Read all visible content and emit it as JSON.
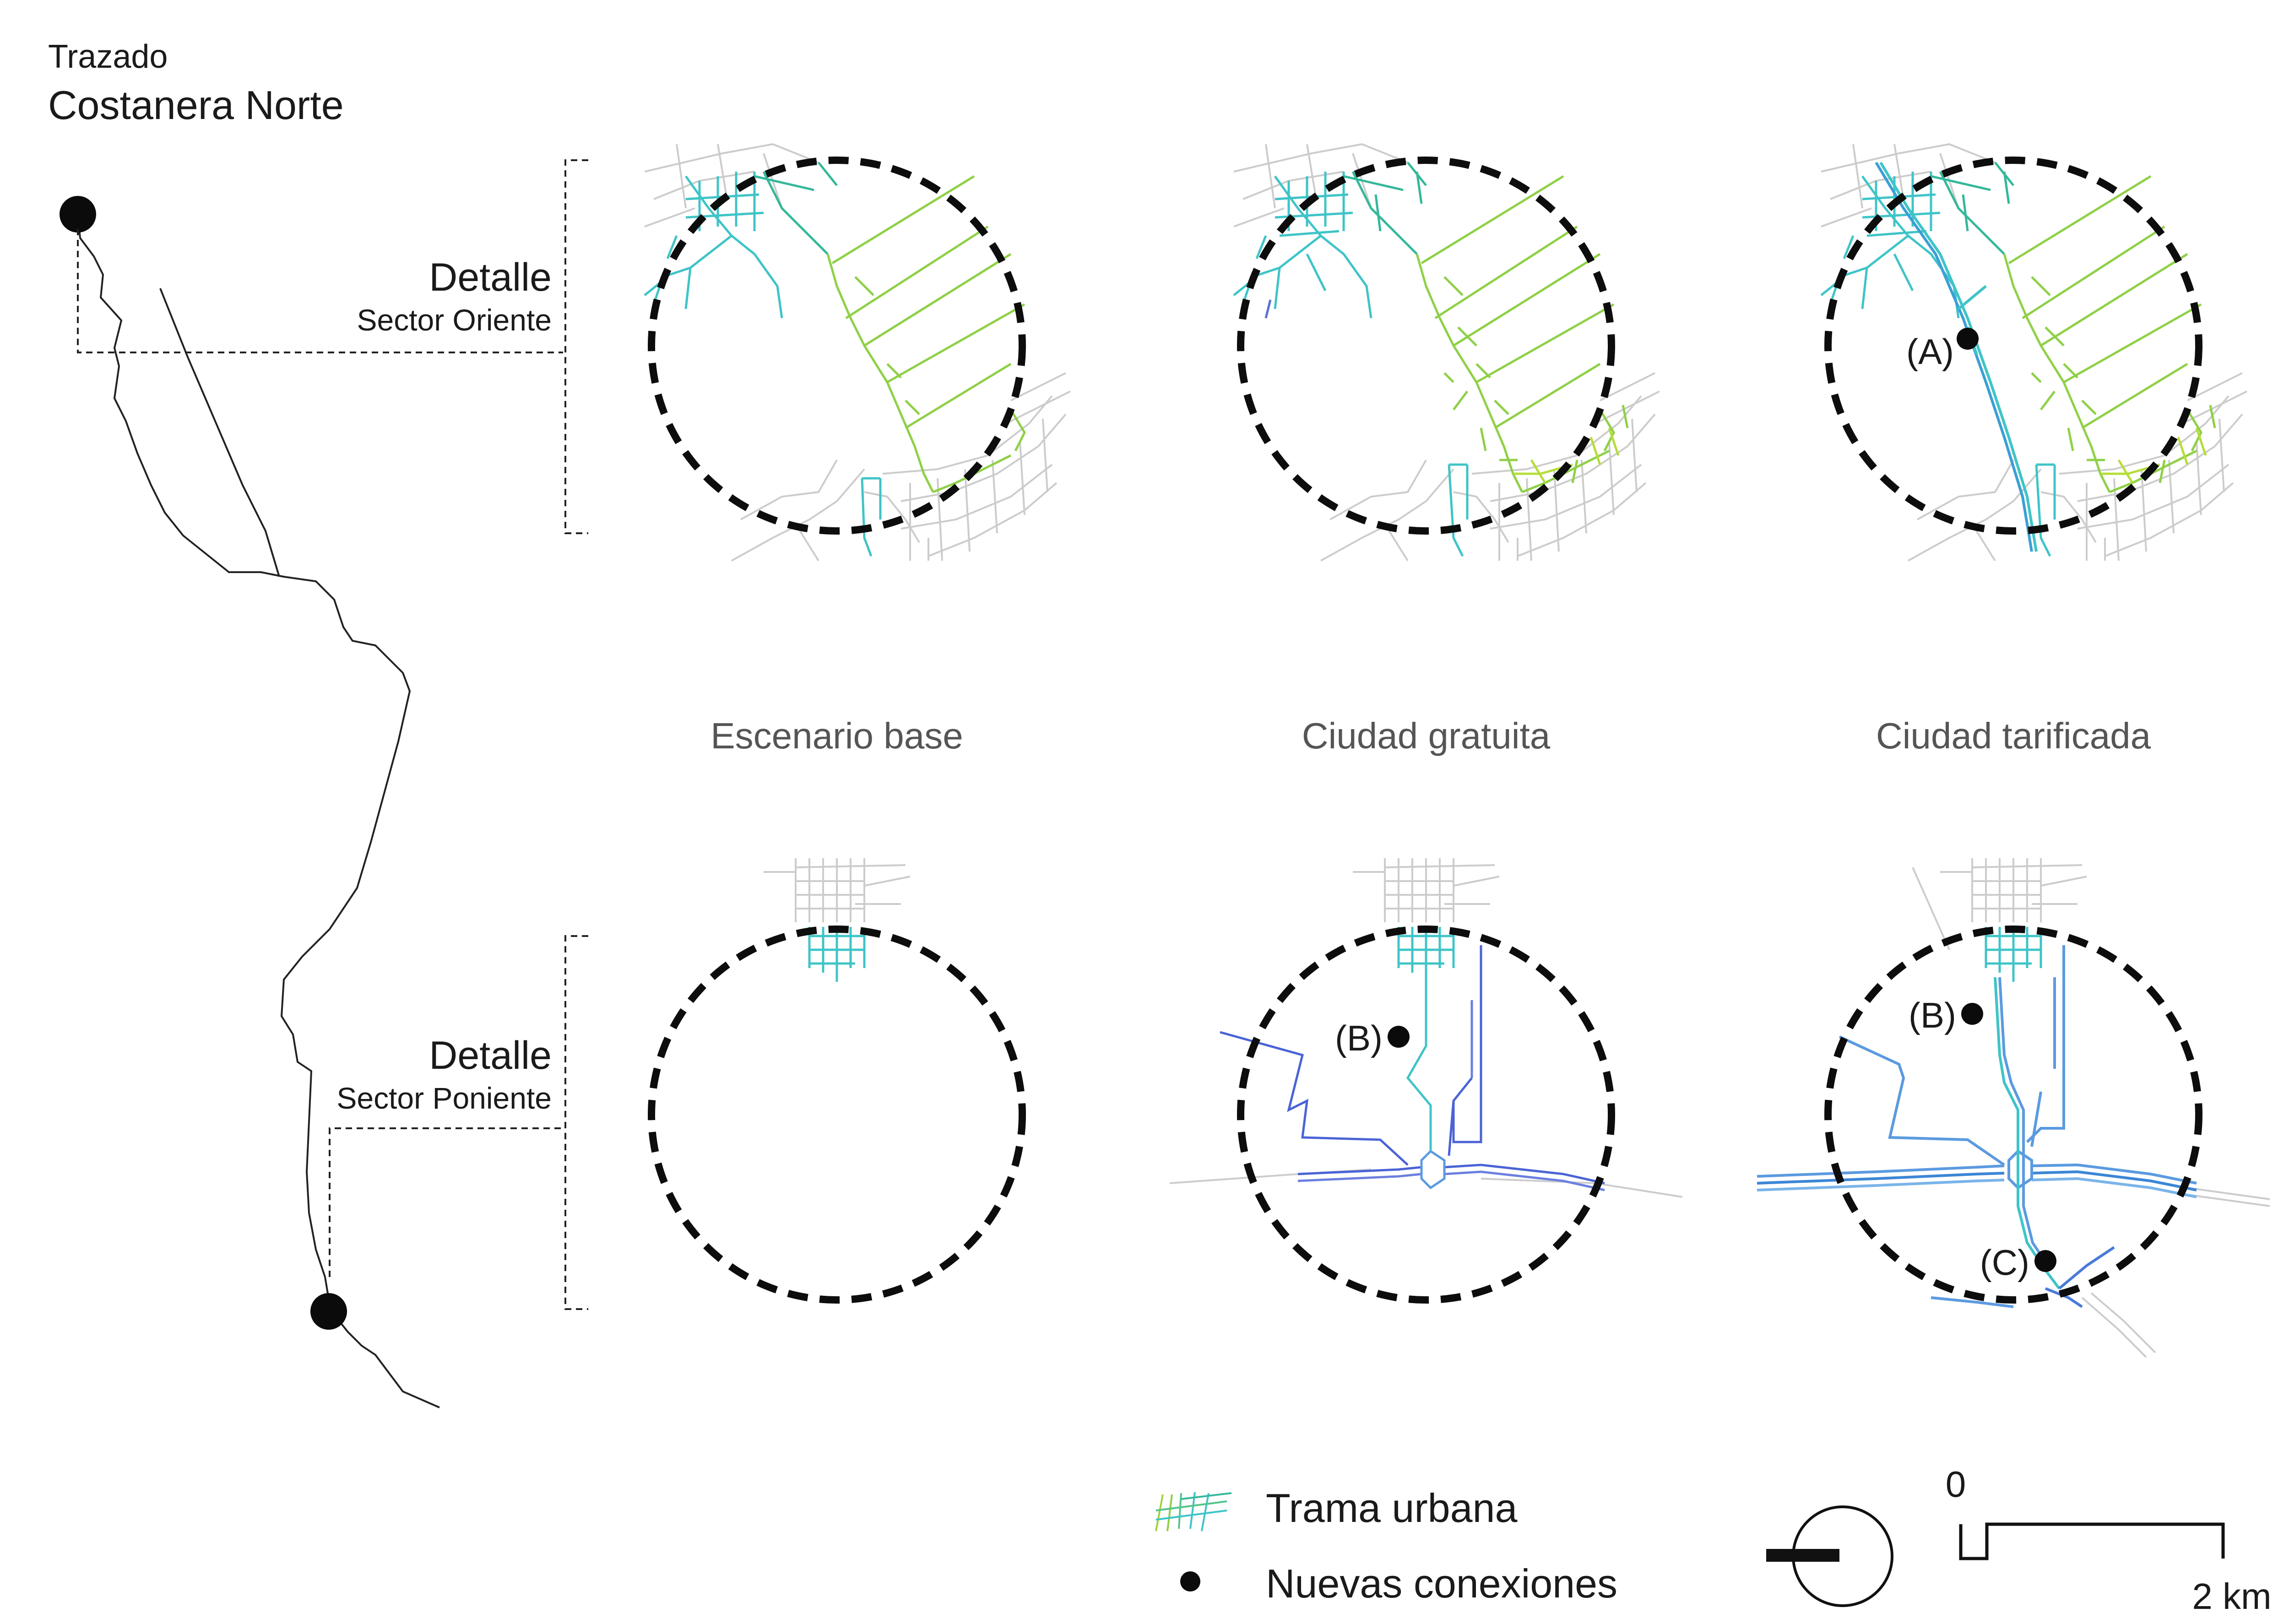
{
  "header": {
    "subtitle": "Trazado",
    "title": "Costanera Norte"
  },
  "details": {
    "east": {
      "title": "Detalle",
      "sector": "Sector Oriente"
    },
    "west": {
      "title": "Detalle",
      "sector": "Sector Poniente"
    }
  },
  "scenarios": [
    "Escenario base",
    "Ciudad gratuita",
    "Ciudad tarificada"
  ],
  "markers": {
    "a": "(A)",
    "b": "(B)",
    "c": "(C)"
  },
  "legend": {
    "urban_grid": "Trama urbana",
    "new_connections": "Nuevas conexiones"
  },
  "scale": {
    "zero": "0",
    "end": "2 km"
  },
  "icons": [
    "route-start-marker-icon",
    "route-end-marker-icon",
    "north-arrow-icon",
    "urban-grid-swatch-icon",
    "connection-dot-icon"
  ],
  "colors": {
    "grid_gray": "#c8c8c8",
    "teal": "#3cc6c0",
    "green": "#9fd33a",
    "mid_green": "#56c48c",
    "blue": "#4a63d6",
    "light_blue": "#5b9ae0",
    "ink": "#111111"
  }
}
